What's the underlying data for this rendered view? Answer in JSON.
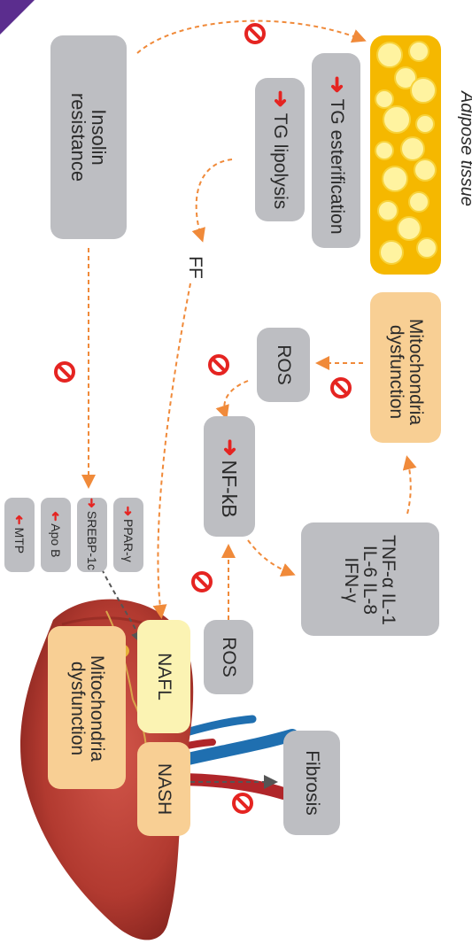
{
  "adipose_label": "Adipose tissue",
  "boxes": {
    "insulin_resistance": "Insolin resistance",
    "tg_esterification": "TG esterification",
    "tg_lipolysis": "TG lipolysis",
    "mito_top": "Mitochondria dysfunction",
    "ros_top": "ROS",
    "nfkb": "NF-kB",
    "cytokines": "TNF-α IL-1 IL-6 IL-8 IFN-γ",
    "ros_bottom": "ROS",
    "ppar": "PPAR-γ",
    "srebp": "SREBP-1c",
    "apob": "Apo B",
    "mtp": "MTP",
    "nafl": "NAFL",
    "mito_liver": "Mitochondria dysfunction",
    "nash": "NASH",
    "fibrosis": "Fibrosis"
  },
  "ff_label": "FF",
  "colors": {
    "adipose": "#f5b800",
    "arrow_orange": "#f08a3a",
    "up_arrow": "#e52421",
    "inhibit": "#e52421",
    "box_gray": "#bdbec2",
    "box_peach": "#f8cf94",
    "liver": "#b53a30"
  }
}
